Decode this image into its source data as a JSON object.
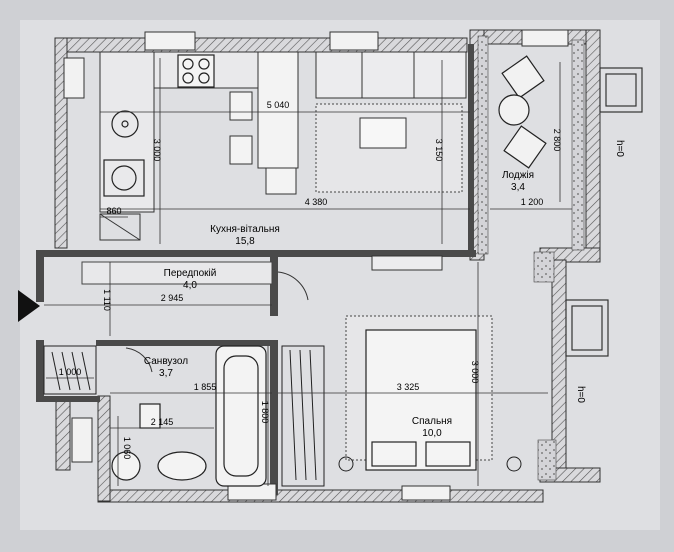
{
  "rooms": {
    "kitchen": {
      "name": "Кухня-вітальня",
      "area": "15,8"
    },
    "loggia": {
      "name": "Лоджія",
      "area": "3,4"
    },
    "hall": {
      "name": "Передпокій",
      "area": "4,0"
    },
    "bath": {
      "name": "Санвузол",
      "area": "3,7"
    },
    "bedroom": {
      "name": "Спальня",
      "area": "10,0"
    }
  },
  "dimensions": {
    "kitchen_width": "5 040",
    "kitchen_depth": "3 000",
    "kitchen_length": "4 380",
    "kitchen_right_height": "3 150",
    "loggia_height": "2 800",
    "loggia_width": "1 200",
    "hall_length": "2 945",
    "hall_depth": "1 110",
    "niche_width": "860",
    "storage_width": "1 000",
    "bath_width": "1 855",
    "bath_length": "2 145",
    "bath_height": "1 800",
    "bath_side": "1 060",
    "bedroom_width": "3 325",
    "bedroom_height": "3 000"
  },
  "window_labels": {
    "upper": "h=0",
    "lower": "h=0"
  },
  "symbols": {
    "hob": "hob-symbol",
    "washer": "washer-symbol",
    "entrance": "entrance-arrow"
  }
}
